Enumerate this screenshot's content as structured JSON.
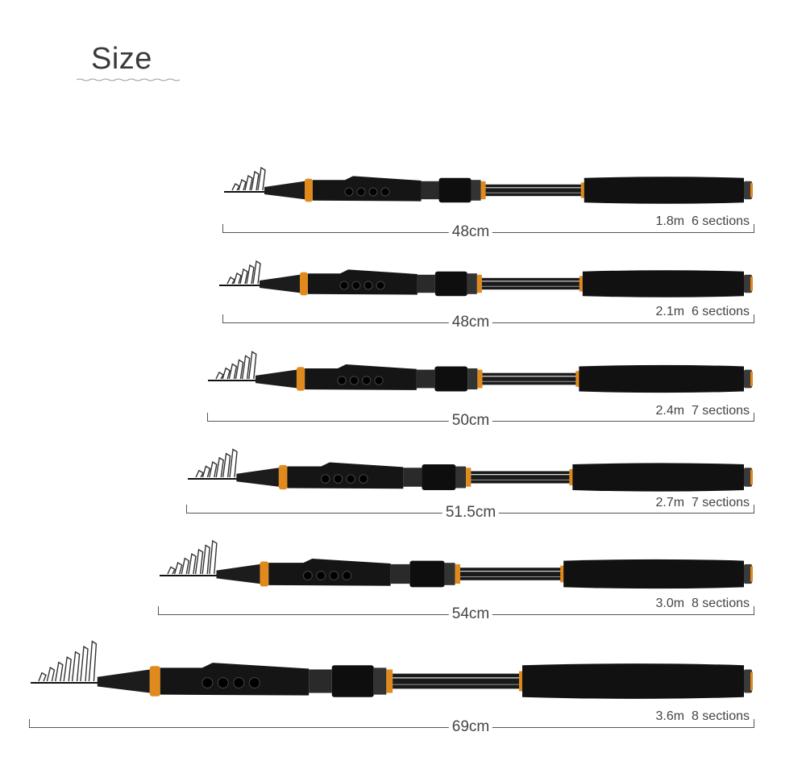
{
  "title": "Size",
  "rods": [
    {
      "length": "48cm",
      "spec": "1.8m  6 sections"
    },
    {
      "length": "48cm",
      "spec": "2.1m  6 sections"
    },
    {
      "length": "50cm",
      "spec": "2.4m  7 sections"
    },
    {
      "length": "51.5cm",
      "spec": "2.7m  7 sections"
    },
    {
      "length": "54cm",
      "spec": "3.0m  8 sections"
    },
    {
      "length": "69cm",
      "spec": "3.6m  8 sections"
    }
  ],
  "colors": {
    "accent": "#e08a1e",
    "rod": "#1a1a1a",
    "text": "#444444"
  }
}
